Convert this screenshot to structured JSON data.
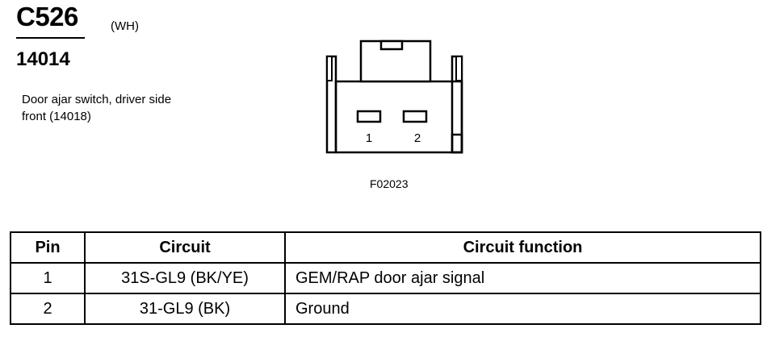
{
  "connector": {
    "id": "C526",
    "color": "(WH)",
    "part_number": "14014",
    "description_line1": "Door ajar switch, driver side",
    "description_line2": "front (14018)"
  },
  "figure": {
    "code": "F02023",
    "pin_labels": [
      "1",
      "2"
    ]
  },
  "table": {
    "headers": [
      "Pin",
      "Circuit",
      "Circuit function"
    ],
    "rows": [
      {
        "pin": "1",
        "circuit": "31S-GL9 (BK/YE)",
        "function": "GEM/RAP door ajar signal"
      },
      {
        "pin": "2",
        "circuit": "31-GL9 (BK)",
        "function": "Ground"
      }
    ]
  }
}
